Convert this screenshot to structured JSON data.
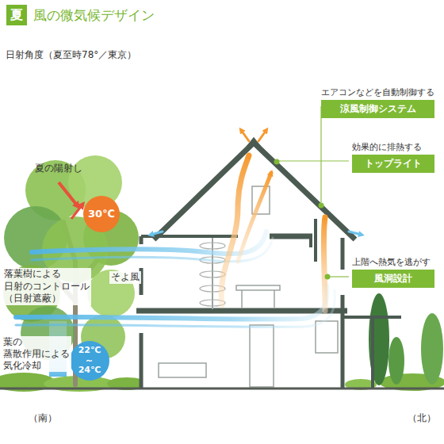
{
  "diagram": {
    "title": "風の微気候デザイン",
    "nodes": [
      {
        "text": [
          "夏"
        ]
      },
      {
        "text": [
          "エアコンなどを自動制御する",
          "涼風制御システム"
        ]
      },
      {
        "text": [
          "効果的に排熱する",
          "トップライト"
        ]
      },
      {
        "text": [
          "30℃"
        ]
      },
      {
        "text": [
          "上階へ熱気を逃がす",
          "風洞設計"
        ]
      },
      {
        "text": [
          "22℃ ～24℃"
        ]
      }
    ],
    "labels": [
      "日射角度（夏至時78°／東京）",
      "夏の陽射し",
      "落葉樹による 日射のコントロール （日射遮蔽）",
      "そよ風",
      "葉の 蒸散作用による 気化冷却",
      "（南）",
      "（北）"
    ]
  }
}
